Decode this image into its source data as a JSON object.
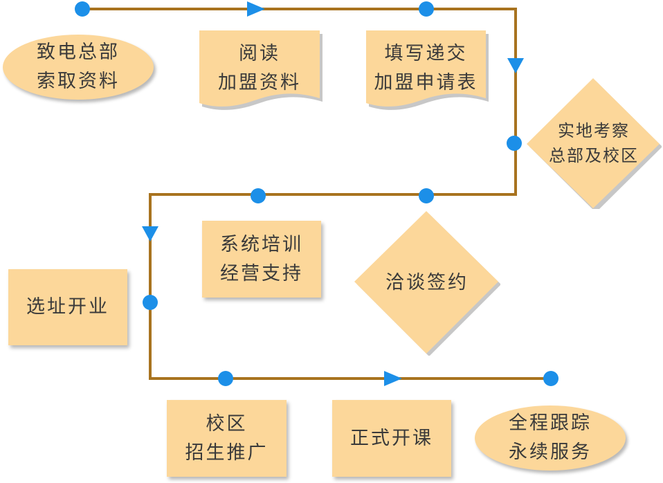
{
  "colors": {
    "line": "#a8731f",
    "dot": "#1c8fe8",
    "fill": "#fcd79a",
    "text": "#3a3a3a"
  },
  "steps": {
    "call": {
      "line1": "致电总部",
      "line2": "索取资料"
    },
    "read": {
      "line1": "阅读",
      "line2": "加盟资料"
    },
    "apply": {
      "line1": "填写递交",
      "line2": "加盟申请表"
    },
    "inspect": {
      "line1": "实地考察",
      "line2": "总部及校区"
    },
    "negotiate": {
      "line1": "洽谈签约"
    },
    "training": {
      "line1": "系统培训",
      "line2": "经营支持"
    },
    "site": {
      "line1": "选址开业"
    },
    "enroll": {
      "line1": "校区",
      "line2": "招生推广"
    },
    "open": {
      "line1": "正式开课"
    },
    "service": {
      "line1": "全程跟踪",
      "line2": "永续服务"
    }
  }
}
